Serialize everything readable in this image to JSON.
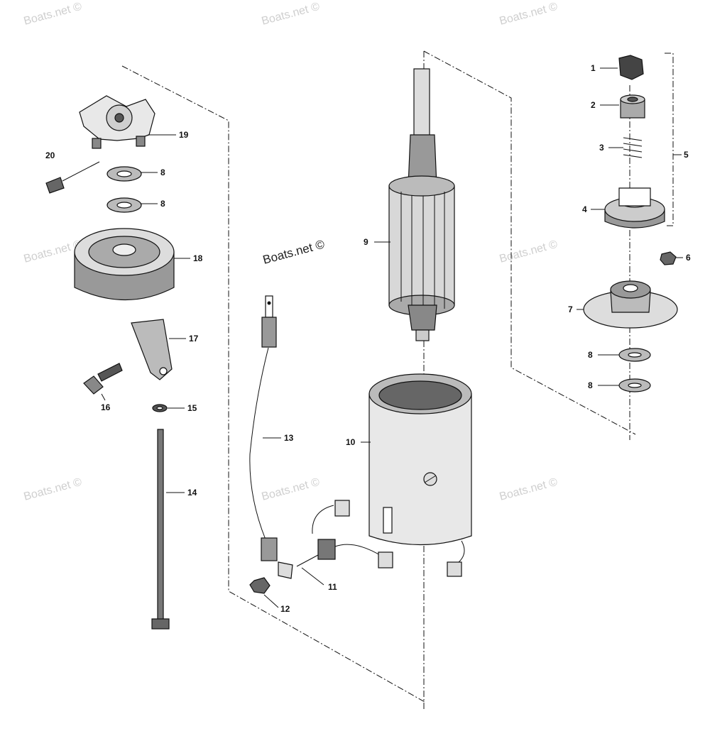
{
  "watermark": "Boats.net ©",
  "callouts": {
    "p1": "1",
    "p2": "2",
    "p3": "3",
    "p4": "4",
    "p5": "5",
    "p6": "6",
    "p7": "7",
    "p8a": "8",
    "p8b": "8",
    "p8c": "8",
    "p8d": "8",
    "p9": "9",
    "p10": "10",
    "p11": "11",
    "p12": "12",
    "p13": "13",
    "p14": "14",
    "p15": "15",
    "p16": "16",
    "p17": "17",
    "p18": "18",
    "p19": "19",
    "p20": "20"
  }
}
